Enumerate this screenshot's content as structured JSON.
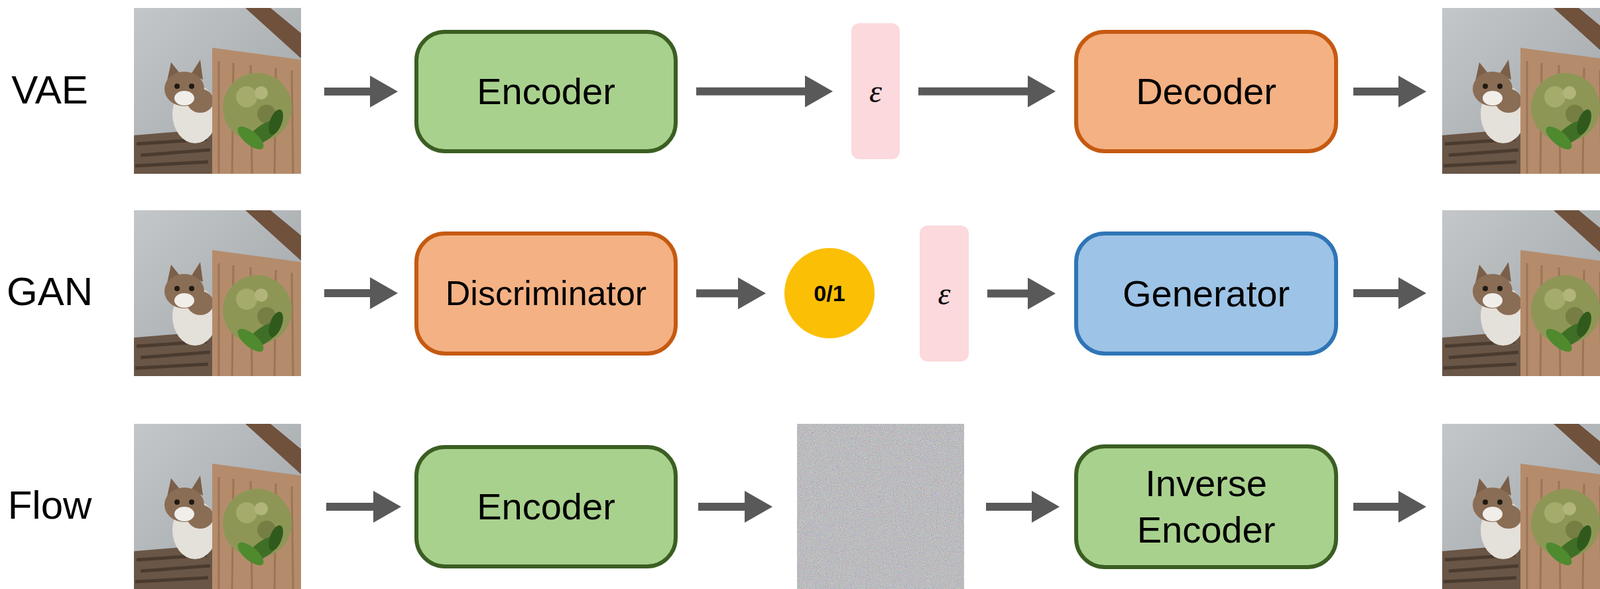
{
  "diagram": {
    "nodes": [
      {
        "text": [
          "Encoder"
        ]
      },
      {
        "text": [
          "ε"
        ]
      },
      {
        "text": [
          "Decoder"
        ]
      },
      {
        "text": [
          "Discriminator"
        ]
      },
      {
        "text": [
          "0/1"
        ]
      },
      {
        "text": [
          "ε"
        ]
      },
      {
        "text": [
          "Generator"
        ]
      },
      {
        "text": [
          "Encoder"
        ]
      },
      {
        "text": [
          "Inverse Encoder"
        ]
      }
    ],
    "edges": [
      {
        "from": 0,
        "to": 1,
        "arrow": "to"
      },
      {
        "from": 1,
        "to": 2,
        "arrow": "to"
      },
      {
        "from": 3,
        "to": 4,
        "arrow": "to"
      },
      {
        "from": 5,
        "to": 6,
        "arrow": "to"
      }
    ],
    "labels": [
      "VAE",
      "GAN",
      "Flow"
    ]
  }
}
